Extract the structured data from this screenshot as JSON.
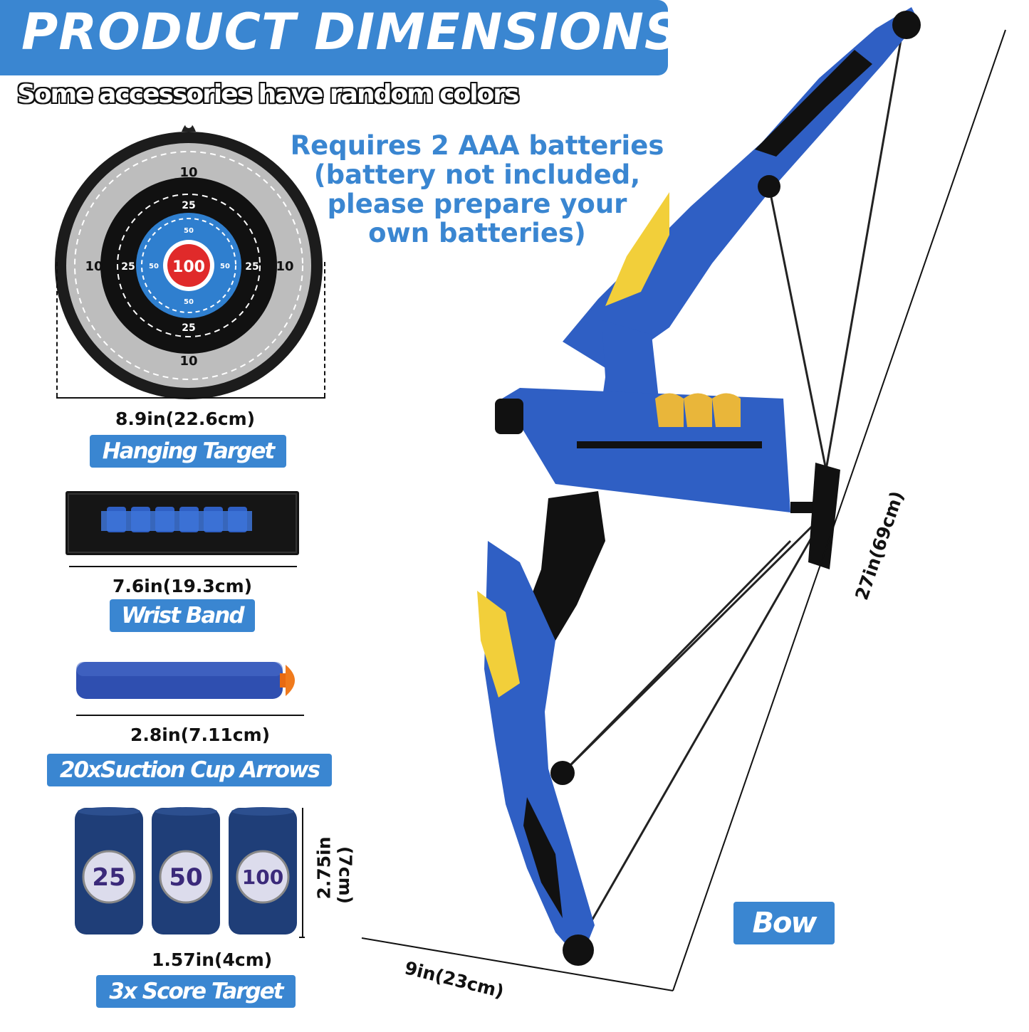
{
  "header": {
    "title": "PRODUCT DIMENSIONS",
    "subtitle": "Some accessories have random colors"
  },
  "battery_note": {
    "line1": "Requires 2 AAA batteries",
    "line2": "(battery not included,",
    "line3": "please prepare your",
    "line4": "own batteries)"
  },
  "hanging_target": {
    "dimension": "8.9in(22.6cm)",
    "label": "Hanging Target",
    "rings": {
      "outer": "10",
      "second": "25",
      "third": "50",
      "center": "100"
    }
  },
  "wrist_band": {
    "dimension": "7.6in(19.3cm)",
    "label": "Wrist Band"
  },
  "arrows": {
    "dimension": "2.8in(7.11cm)",
    "label": "20xSuction Cup Arrows"
  },
  "score_target": {
    "width_dimension": "1.57in(4cm)",
    "height_dimension_in": "2.75in",
    "height_dimension_cm": "(7cm)",
    "label": "3x Score Target",
    "cans": [
      "25",
      "50",
      "100"
    ]
  },
  "bow": {
    "label": "Bow",
    "length_dimension": "27in(69cm)",
    "width_dimension": "9in(23cm)"
  },
  "colors": {
    "accent_blue": "#3a86d1",
    "bow_blue": "#2f5fc4",
    "yellow": "#f2cf3a",
    "target_red": "#e02a2a"
  }
}
